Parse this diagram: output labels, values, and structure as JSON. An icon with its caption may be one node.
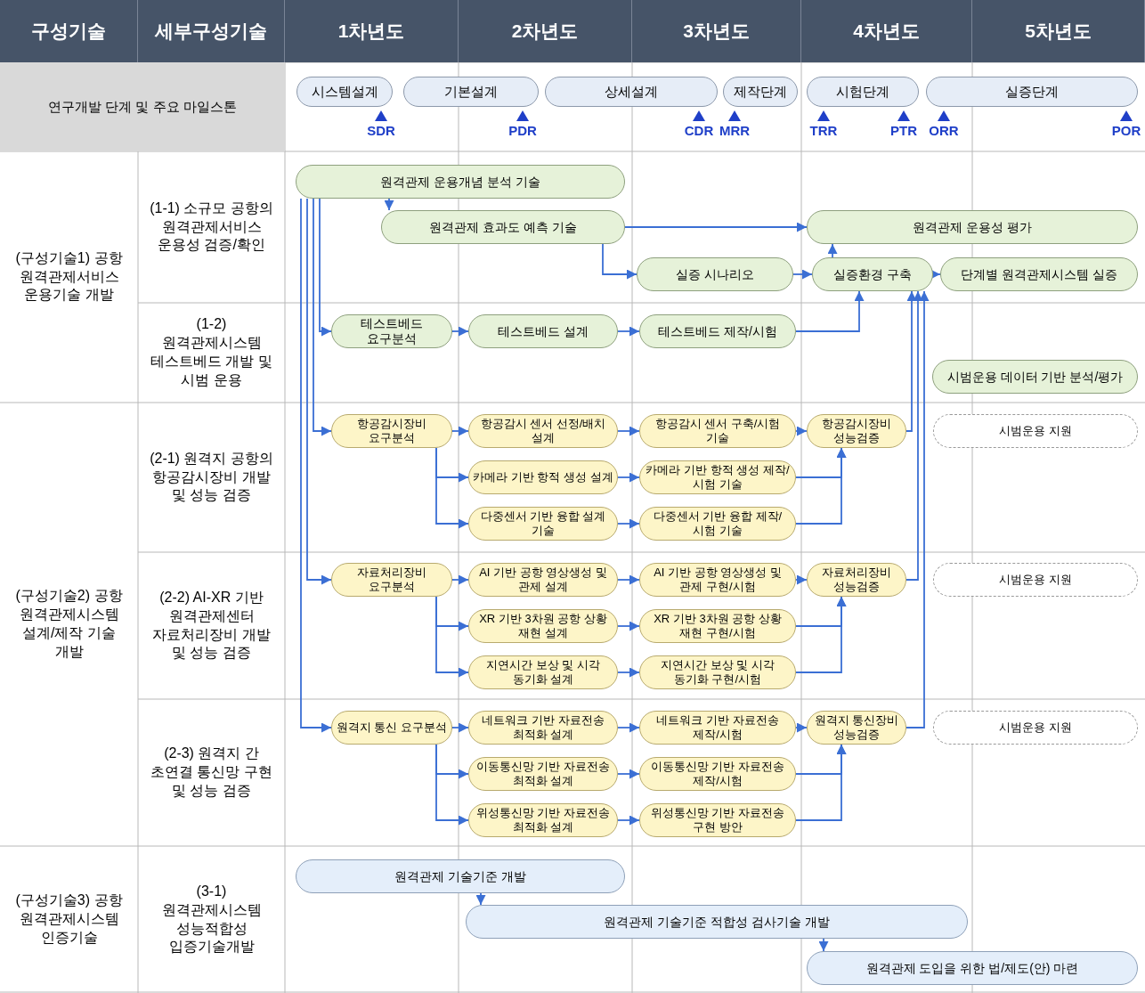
{
  "diagram": {
    "nodes": [
      {
        "text": [
          "시스템설계"
        ]
      },
      {
        "text": [
          "기본설계"
        ]
      },
      {
        "text": [
          "상세설계"
        ]
      },
      {
        "text": [
          "제작단계"
        ]
      },
      {
        "text": [
          "시험단계"
        ]
      },
      {
        "text": [
          "실증단계"
        ]
      },
      {
        "text": [
          "원격관제 운용개념 분석 기술"
        ]
      },
      {
        "text": [
          "원격관제 효과도 예측 기술"
        ]
      },
      {
        "text": [
          "원격관제 운용성 평가"
        ]
      },
      {
        "text": [
          "실증 시나리오"
        ]
      },
      {
        "text": [
          "실증환경 구축"
        ]
      },
      {
        "text": [
          "단계별 원격관제시스템 실증"
        ]
      },
      {
        "text": [
          "테스트베드 요구분석"
        ]
      },
      {
        "text": [
          "테스트베드 설계"
        ]
      },
      {
        "text": [
          "테스트베드 제작/시험"
        ]
      },
      {
        "text": [
          "시범운용 데이터 기반 분석/평가"
        ]
      },
      {
        "text": [
          "항공감시장비 요구분석"
        ]
      },
      {
        "text": [
          "항공감시 센서 선정/배치 설계"
        ]
      },
      {
        "text": [
          "항공감시 센서 구축/시험 기술"
        ]
      },
      {
        "text": [
          "항공감시장비 성능검증"
        ]
      },
      {
        "text": [
          "시범운용 지원"
        ]
      },
      {
        "text": [
          "카메라 기반 항적 생성 설계"
        ]
      },
      {
        "text": [
          "카메라 기반 항적 생성 제작/시험 기술"
        ]
      },
      {
        "text": [
          "다중센서 기반 융합 설계 기술"
        ]
      },
      {
        "text": [
          "다중센서 기반 융합 제작/시험 기술"
        ]
      },
      {
        "text": [
          "자료처리장비 요구분석"
        ]
      },
      {
        "text": [
          "AI 기반 공항 영상생성 및 관제 설계"
        ]
      },
      {
        "text": [
          "AI 기반 공항 영상생성 및 관제 구현/시험"
        ]
      },
      {
        "text": [
          "자료처리장비 성능검증"
        ]
      },
      {
        "text": [
          "시범운용 지원"
        ]
      },
      {
        "text": [
          "XR 기반 3차원 공항 상황 재현 설계"
        ]
      },
      {
        "text": [
          "XR 기반 3차원 공항 상황 재현 구현/시험"
        ]
      },
      {
        "text": [
          "지연시간 보상 및 시각 동기화 설계"
        ]
      },
      {
        "text": [
          "지연시간 보상 및 시각 동기화 구현/시험"
        ]
      },
      {
        "text": [
          "원격지 통신 요구분석"
        ]
      },
      {
        "text": [
          "네트워크 기반 자료전송 최적화 설계"
        ]
      },
      {
        "text": [
          "네트워크 기반 자료전송 제작/시험"
        ]
      },
      {
        "text": [
          "원격지 통신장비 성능검증"
        ]
      },
      {
        "text": [
          "시범운용 지원"
        ]
      },
      {
        "text": [
          "이동통신망 기반 자료전송 최적화 설계"
        ]
      },
      {
        "text": [
          "이동통신망 기반 자료전송 제작/시험"
        ]
      },
      {
        "text": [
          "위성통신망 기반 자료전송 최적화 설계"
        ]
      },
      {
        "text": [
          "위성통신망 기반 자료전송 구현 방안"
        ]
      },
      {
        "text": [
          "원격관제 기술기준 개발"
        ]
      },
      {
        "text": [
          "원격관제 기술기준 적합성 검사기술 개발"
        ]
      },
      {
        "text": [
          "원격관제 도입을 위한 법/제도(안) 마련"
        ]
      }
    ],
    "edges": [
      {
        "from": 6,
        "to": 7,
        "arrow": "to"
      },
      {
        "from": 7,
        "to": 8,
        "arrow": "to"
      },
      {
        "from": 7,
        "to": 9,
        "arrow": "to"
      },
      {
        "from": 9,
        "to": 10,
        "arrow": "to"
      },
      {
        "from": 10,
        "to": 11,
        "arrow": "to"
      },
      {
        "from": 10,
        "to": 8,
        "arrow": "to"
      },
      {
        "from": 6,
        "to": 12,
        "arrow": "to"
      },
      {
        "from": 12,
        "to": 13,
        "arrow": "to"
      },
      {
        "from": 13,
        "to": 14,
        "arrow": "to"
      },
      {
        "from": 14,
        "to": 10,
        "arrow": "to"
      },
      {
        "from": 6,
        "to": 16,
        "arrow": "to"
      },
      {
        "from": 6,
        "to": 25,
        "arrow": "to"
      },
      {
        "from": 6,
        "to": 34,
        "arrow": "to"
      },
      {
        "from": 16,
        "to": 17,
        "arrow": "to"
      },
      {
        "from": 17,
        "to": 18,
        "arrow": "to"
      },
      {
        "from": 18,
        "to": 19,
        "arrow": "to"
      },
      {
        "from": 16,
        "to": 21,
        "arrow": "to"
      },
      {
        "from": 21,
        "to": 22,
        "arrow": "to"
      },
      {
        "from": 22,
        "to": 19,
        "arrow": "to"
      },
      {
        "from": 16,
        "to": 23,
        "arrow": "to"
      },
      {
        "from": 23,
        "to": 24,
        "arrow": "to"
      },
      {
        "from": 24,
        "to": 19,
        "arrow": "to"
      },
      {
        "from": 19,
        "to": 10,
        "arrow": "to"
      },
      {
        "from": 25,
        "to": 26,
        "arrow": "to"
      },
      {
        "from": 26,
        "to": 27,
        "arrow": "to"
      },
      {
        "from": 27,
        "to": 28,
        "arrow": "to"
      },
      {
        "from": 25,
        "to": 30,
        "arrow": "to"
      },
      {
        "from": 30,
        "to": 31,
        "arrow": "to"
      },
      {
        "from": 31,
        "to": 28,
        "arrow": "to"
      },
      {
        "from": 25,
        "to": 32,
        "arrow": "to"
      },
      {
        "from": 32,
        "to": 33,
        "arrow": "to"
      },
      {
        "from": 33,
        "to": 28,
        "arrow": "to"
      },
      {
        "from": 28,
        "to": 10,
        "arrow": "to"
      },
      {
        "from": 34,
        "to": 35,
        "arrow": "to"
      },
      {
        "from": 35,
        "to": 36,
        "arrow": "to"
      },
      {
        "from": 36,
        "to": 37,
        "arrow": "to"
      },
      {
        "from": 34,
        "to": 39,
        "arrow": "to"
      },
      {
        "from": 39,
        "to": 40,
        "arrow": "to"
      },
      {
        "from": 40,
        "to": 37,
        "arrow": "to"
      },
      {
        "from": 34,
        "to": 41,
        "arrow": "to"
      },
      {
        "from": 41,
        "to": 42,
        "arrow": "to"
      },
      {
        "from": 42,
        "to": 37,
        "arrow": "to"
      },
      {
        "from": 37,
        "to": 10,
        "arrow": "to"
      },
      {
        "from": 43,
        "to": 44,
        "arrow": "to"
      },
      {
        "from": 44,
        "to": 45,
        "arrow": "to"
      }
    ],
    "labels": [
      "구성기술",
      "세부구성기술",
      "1차년도",
      "2차년도",
      "3차년도",
      "4차년도",
      "5차년도",
      "연구개발 단계 및 주요 마일스톤",
      "SDR",
      "PDR",
      "CDR",
      "MRR",
      "TRR",
      "PTR",
      "ORR",
      "POR",
      "(구성기술1) 공항 원격관제서비스 운용기술 개발",
      "(1-1) 소규모 공항의 원격관제서비스 운용성 검증/확인",
      "(1-2) 원격관제시스템 테스트베드 개발 및 시범 운용",
      "(구성기술2) 공항 원격관제시스템 설계/제작 기술 개발",
      "(2-1) 원격지 공항의 항공감시장비 개발 및 성능 검증",
      "(2-2) AI-XR 기반 원격관제센터 자료처리장비 개발 및 성능 검증",
      "(2-3) 원격지 간 초연결 통신망 구현 및 성능 검증",
      "(구성기술3) 공항 원격관제시스템 인증기술",
      "(3-1) 원격관제시스템 성능적합성 입증기술개발"
    ]
  }
}
